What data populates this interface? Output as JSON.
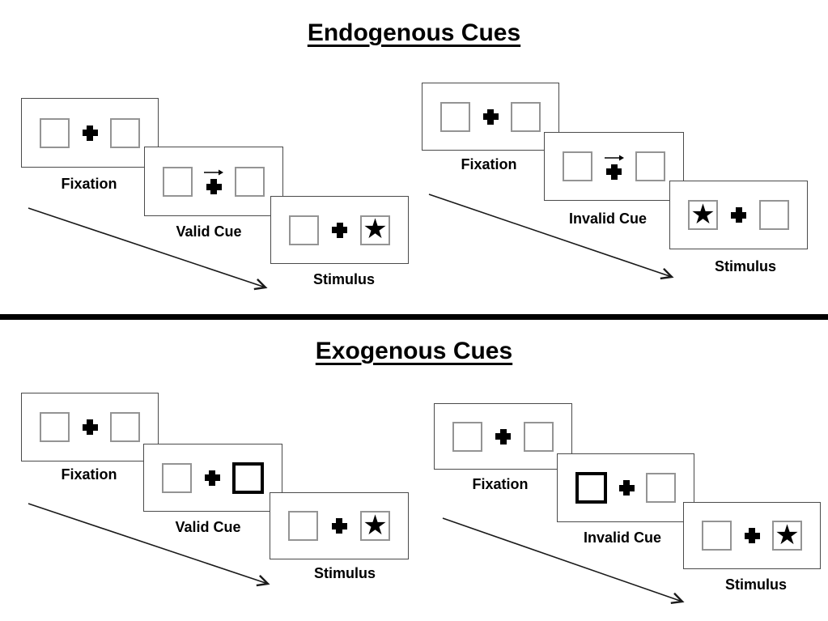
{
  "glyphs": {
    "star": "★"
  },
  "colors": {
    "background": "#ffffff",
    "panel_border": "#4a4a4a",
    "square_border": "#949494",
    "ink": "#000000"
  },
  "sections": [
    {
      "title": "Endogenous Cues",
      "sequences": [
        {
          "name": "valid",
          "steps": [
            {
              "label": "Fixation",
              "panel": "fixation"
            },
            {
              "label": "Valid Cue",
              "panel": "central-arrow-cue-pointing-right"
            },
            {
              "label": "Stimulus",
              "panel": "star-in-right-box"
            }
          ]
        },
        {
          "name": "invalid",
          "steps": [
            {
              "label": "Fixation",
              "panel": "fixation"
            },
            {
              "label": "Invalid Cue",
              "panel": "central-arrow-cue-pointing-right"
            },
            {
              "label": "Stimulus",
              "panel": "star-in-left-box"
            }
          ]
        }
      ]
    },
    {
      "title": "Exogenous Cues",
      "sequences": [
        {
          "name": "valid",
          "steps": [
            {
              "label": "Fixation",
              "panel": "fixation"
            },
            {
              "label": "Valid Cue",
              "panel": "thick-right-box-cue"
            },
            {
              "label": "Stimulus",
              "panel": "star-in-right-box"
            }
          ]
        },
        {
          "name": "invalid",
          "steps": [
            {
              "label": "Fixation",
              "panel": "fixation"
            },
            {
              "label": "Invalid Cue",
              "panel": "thick-left-box-cue"
            },
            {
              "label": "Stimulus",
              "panel": "star-in-right-box"
            }
          ]
        }
      ]
    }
  ]
}
